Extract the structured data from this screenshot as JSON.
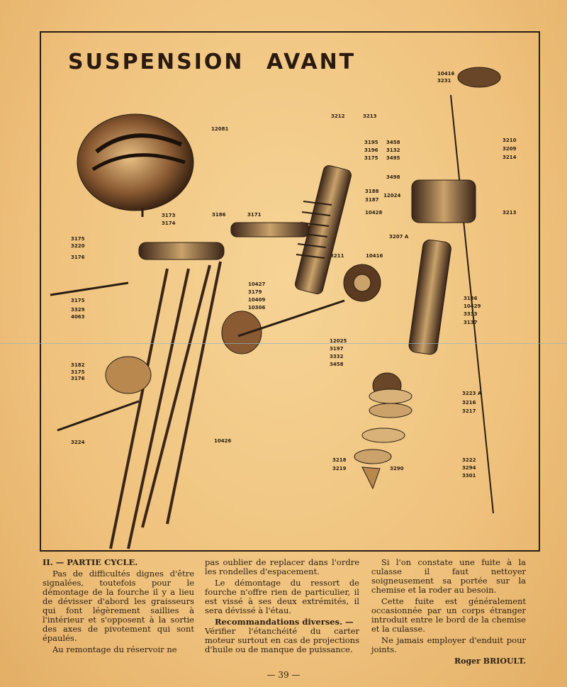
{
  "title": "SUSPENSION AVANT",
  "labels": {
    "l12081": "12081",
    "l3173": "3173",
    "l3174": "3174",
    "l3186": "3186",
    "l3171": "3171",
    "l3175a": "3175",
    "l3220": "3220",
    "l3176a": "3176",
    "l3175b": "3175",
    "l3329": "3329",
    "l4063": "4063",
    "l3182": "3182",
    "l3175c": "3175",
    "l3176b": "3176",
    "l3224": "3224",
    "l10426": "10426",
    "l3212": "3212",
    "l3213a": "3213",
    "l3195": "3195",
    "l3196": "3196",
    "l3175d": "3175",
    "l3188": "3188",
    "l3187": "3187",
    "l12024": "12024",
    "l10428": "10428",
    "l3211": "3211",
    "l10416b": "10416",
    "l10427": "10427",
    "l3179": "3179",
    "l10409": "10409",
    "l10306": "10306",
    "l12025": "12025",
    "l3197": "3197",
    "l3332": "3332",
    "l3458b": "3458",
    "l10416a": "10416",
    "l3231": "3231",
    "l3210": "3210",
    "l3209": "3209",
    "l3214": "3214",
    "l3458a": "3458",
    "l3132": "3132",
    "l3495": "3495",
    "l3498": "3498",
    "l3213b": "3213",
    "l3207A": "3207 A",
    "l3136": "3136",
    "l10429": "10429",
    "l3333": "3333",
    "l3137": "3137",
    "l3223A": "3223 A",
    "l3216": "3216",
    "l3217": "3217",
    "l3218": "3218",
    "l3219": "3219",
    "l3290": "3290",
    "l3222": "3222",
    "l3294": "3294",
    "l3301": "3301"
  },
  "text": {
    "heading": "II. — PARTIE CYCLE.",
    "p1": "Pas de difficultés dignes d'être signalées, toutefois pour le démontage de la fourche il y a lieu de dévisser d'abord les graisseurs qui font légèrement saillies à l'intérieur et s'opposent à la sortie des axes de pivotement qui sont épaulés.",
    "p2": "Au remontage du réservoir ne",
    "p3": "pas oublier de replacer dans l'ordre les rondelles d'espacement.",
    "p4": "Le démontage du ressort de fourche n'offre rien de particulier, il est vissé à ses deux extrémités, il sera dévissé à l'étau.",
    "sub_heading": "Recommandations diverses. —",
    "p5": "Vérifier l'étanchéité du carter moteur surtout en cas de projections d'huile ou de manque de puissance.",
    "p6": "Si l'on constate une fuite à la culasse il faut nettoyer soigneusement sa portée sur la chemise et la roder au besoin.",
    "p7": "Cette fuite est généralement occasionnée par un corps étranger introduit entre le bord de la chemise et la culasse.",
    "p8": "Ne jamais employer d'enduit pour joints.",
    "signature": "Roger BRIOULT.",
    "page_number": "— 39 —"
  }
}
